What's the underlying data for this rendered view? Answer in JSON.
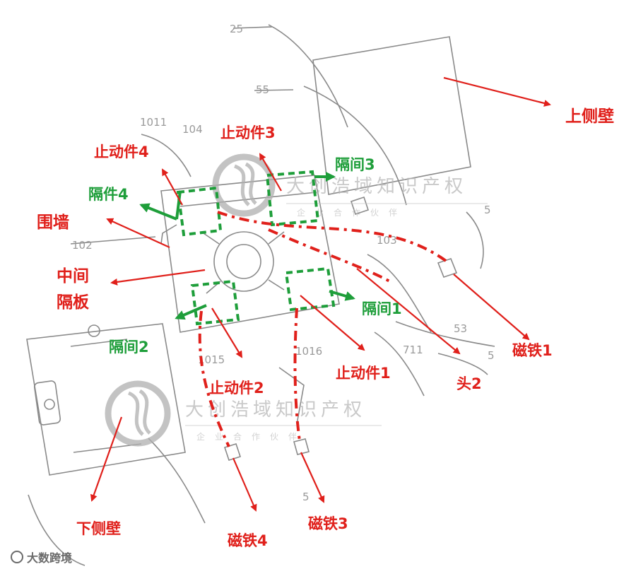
{
  "labels_red": {
    "top_wall": "上侧壁",
    "stopper3": "止动件3",
    "stopper4": "止动件4",
    "enclosure": "围墙",
    "middle_partition_line1": "中间",
    "middle_partition_line2": "隔板",
    "stopper2": "止动件2",
    "stopper1": "止动件1",
    "head2": "头2",
    "magnet1": "磁铁1",
    "bottom_wall": "下侧壁",
    "magnet4": "磁铁4",
    "magnet3": "磁铁3"
  },
  "labels_green": {
    "space3": "隔间3",
    "space4": "隔件4",
    "space1": "隔间1",
    "space2": "隔间2"
  },
  "ref_numbers": {
    "n25": "25",
    "n55": "55",
    "n1011": "1011",
    "n104": "104",
    "n102": "102",
    "n103": "103",
    "n1015": "1015",
    "n1016": "1016",
    "n53": "53",
    "n711": "711",
    "n5a": "5",
    "n5b": "5",
    "n5c": "5"
  },
  "watermark": {
    "title": "大创浩域知识产权",
    "subtitle": "企业合作伙伴"
  },
  "corner_tag": "大数跨境",
  "colors": {
    "red": "#e0201b",
    "green": "#1e9e3a",
    "drawing": "#8a8a8a"
  }
}
